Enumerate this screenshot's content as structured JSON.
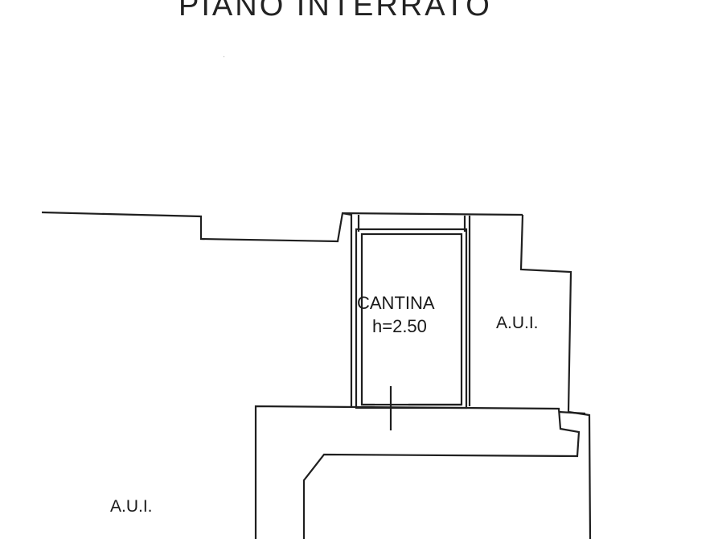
{
  "title": "PIANO INTERRATO",
  "rooms": {
    "cantina": {
      "name": "CANTINA",
      "height": "h=2.50"
    },
    "aui_right": "A.U.I.",
    "aui_left": "A.U.I."
  },
  "colors": {
    "line": "#1f1f1f",
    "background": "#ffffff"
  }
}
